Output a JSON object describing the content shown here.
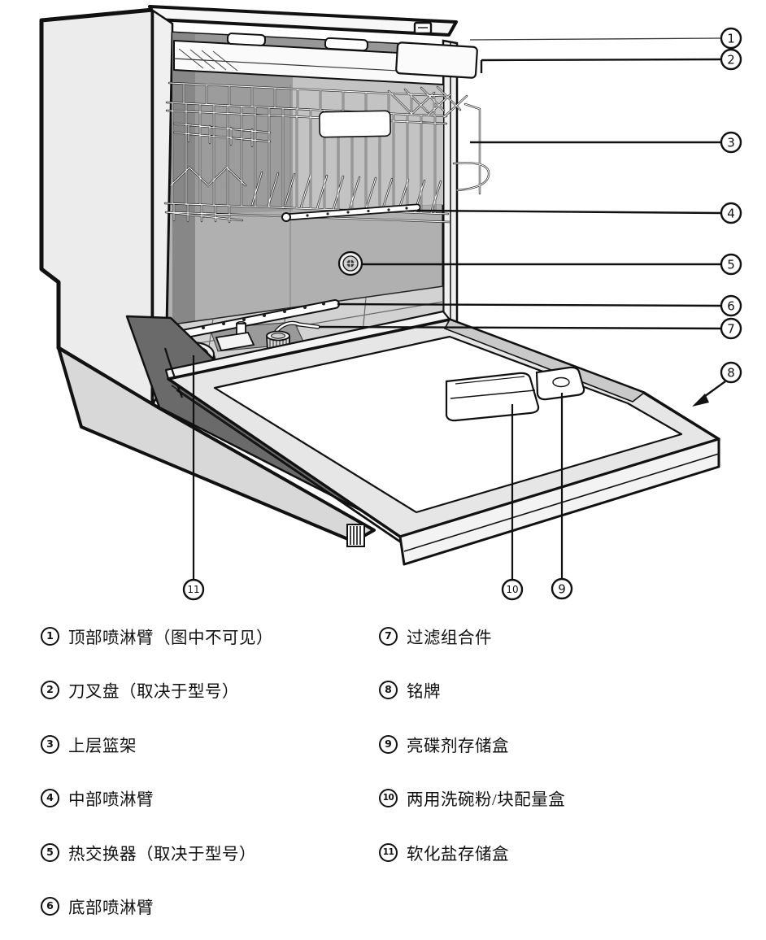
{
  "parts": [
    {
      "num": "1",
      "label": "顶部喷淋臂（图中不可见）"
    },
    {
      "num": "2",
      "label": "刀叉盘（取决于型号）"
    },
    {
      "num": "3",
      "label": "上层篮架"
    },
    {
      "num": "4",
      "label": "中部喷淋臂"
    },
    {
      "num": "5",
      "label": "热交换器（取决于型号）"
    },
    {
      "num": "6",
      "label": "底部喷淋臂"
    },
    {
      "num": "7",
      "label": "过滤组合件"
    },
    {
      "num": "8",
      "label": "铭牌"
    },
    {
      "num": "9",
      "label": "亮碟剂存储盒"
    },
    {
      "num": "10",
      "label": "两用洗碗粉/块配量盒"
    },
    {
      "num": "11",
      "label": "软化盐存储盒"
    }
  ],
  "figure": {
    "description": "开门状态的洗碗机内部结构图",
    "line_color": "#111111",
    "cabinet_color": "#ececec",
    "interior_color": "#b0b0b0",
    "shadow_color": "#6a6a6a"
  }
}
